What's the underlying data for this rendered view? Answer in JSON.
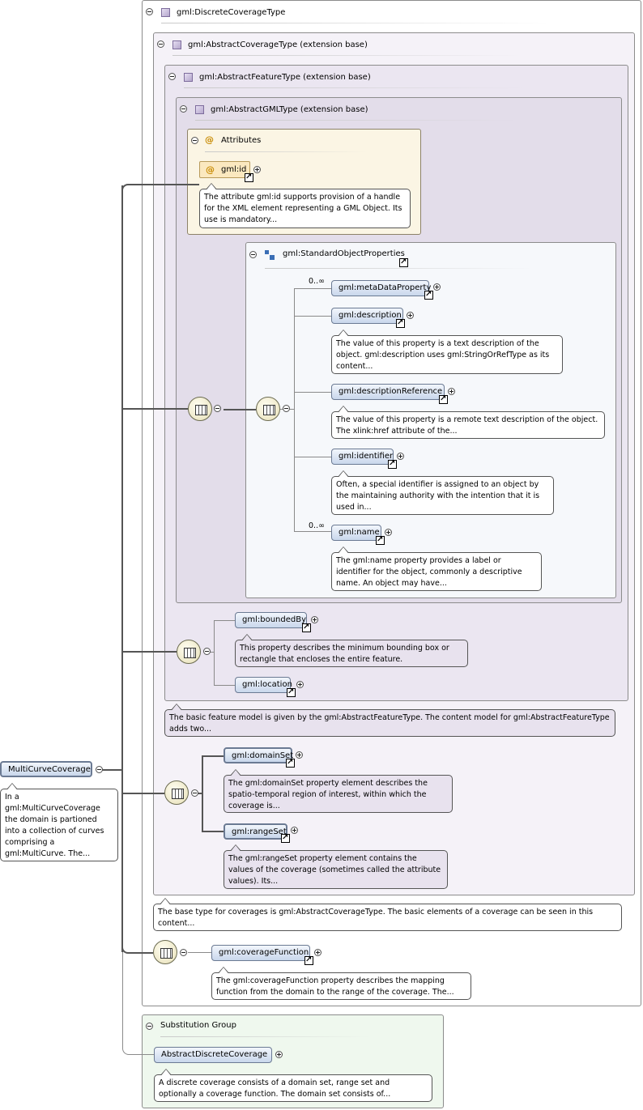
{
  "root": {
    "element": "MultiCurveCoverage",
    "doc": "In a gml:MultiCurveCoverage the domain is partioned into a collection of curves comprising a gml:MultiCurve. The..."
  },
  "types": {
    "discrete": "gml:DiscreteCoverageType",
    "coverage": "gml:AbstractCoverageType (extension base)",
    "feature": "gml:AbstractFeatureType (extension base)",
    "gml": "gml:AbstractGMLType (extension base)"
  },
  "attributes": {
    "title": "Attributes",
    "id_name": "gml:id",
    "id_doc": "The attribute gml:id supports provision of a handle for the XML element representing a GML Object. Its use is mandatory..."
  },
  "standard_object_properties": {
    "title": "gml:StandardObjectProperties",
    "items": [
      {
        "name": "gml:metaDataProperty",
        "occurs": "0..∞",
        "doc": ""
      },
      {
        "name": "gml:description",
        "occurs": "",
        "doc": "The value of this property is a text description of the object. gml:description uses gml:StringOrRefType as its content..."
      },
      {
        "name": "gml:descriptionReference",
        "occurs": "",
        "doc": "The value of this property is a remote text description of the object. The xlink:href attribute of the..."
      },
      {
        "name": "gml:identifier",
        "occurs": "",
        "doc": "Often, a special identifier is assigned to an object by the maintaining authority with the intention that it is used in..."
      },
      {
        "name": "gml:name",
        "occurs": "0..∞",
        "doc": "The gml:name property provides a label or identifier for the object, commonly a descriptive name. An object may have..."
      }
    ]
  },
  "feature_elements": {
    "boundedBy": "gml:boundedBy",
    "boundedBy_doc": "This property describes the minimum bounding box or rectangle that encloses the entire feature.",
    "location": "gml:location",
    "feature_doc": "The basic feature model is given by the gml:AbstractFeatureType. The content model for gml:AbstractFeatureType adds two..."
  },
  "coverage_elements": {
    "domainSet": "gml:domainSet",
    "domainSet_doc": "The gml:domainSet property element describes the spatio-temporal region of interest, within which the coverage is...",
    "rangeSet": "gml:rangeSet",
    "rangeSet_doc": "The gml:rangeSet property element contains the values of the coverage (sometimes called the attribute values). Its...",
    "coverage_doc": "The base type for coverages is gml:AbstractCoverageType. The basic elements of a coverage can be seen in this content..."
  },
  "discrete_elements": {
    "coverageFunction": "gml:coverageFunction",
    "coverageFunction_doc": "The gml:coverageFunction property describes the mapping function from the domain to the range of the coverage. The..."
  },
  "substitution_group": {
    "title": "Substitution Group",
    "element": "AbstractDiscreteCoverage",
    "doc": "A discrete coverage consists of a domain set, range set and optionally a coverage function. The domain set consists of..."
  }
}
